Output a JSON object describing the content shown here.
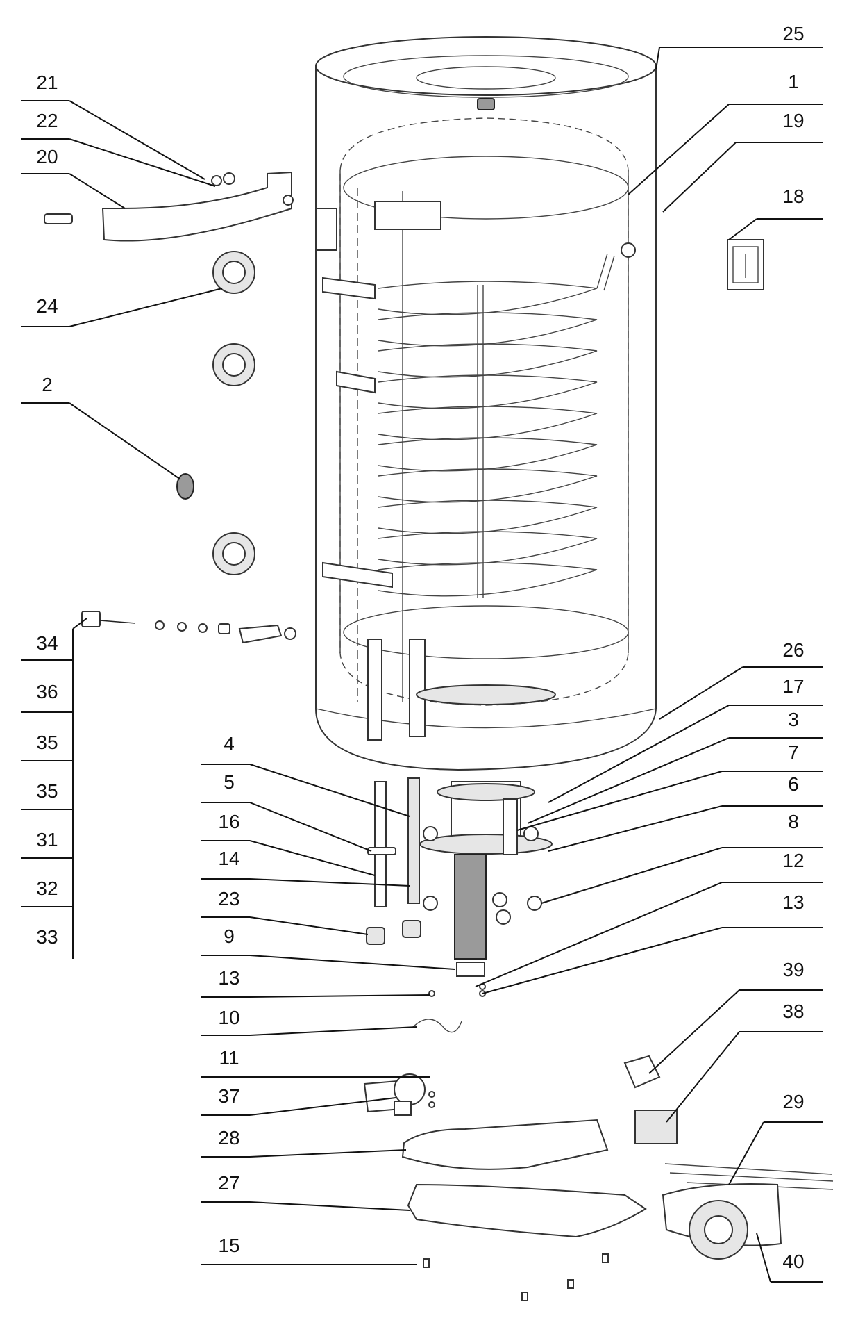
{
  "labels": {
    "l25": "25",
    "l1": "1",
    "l19": "19",
    "l18": "18",
    "l26": "26",
    "l17": "17",
    "l3": "3",
    "l7": "7",
    "l6": "6",
    "l8": "8",
    "l12": "12",
    "l13r": "13",
    "l39": "39",
    "l38": "38",
    "l29": "29",
    "l40": "40",
    "l21": "21",
    "l22": "22",
    "l20": "20",
    "l24": "24",
    "l2": "2",
    "l34": "34",
    "l36": "36",
    "l35a": "35",
    "l35b": "35",
    "l31": "31",
    "l32": "32",
    "l33": "33",
    "l4": "4",
    "l5": "5",
    "l16": "16",
    "l14": "14",
    "l23": "23",
    "l9": "9",
    "l13l": "13",
    "l10": "10",
    "l11": "11",
    "l37": "37",
    "l28": "28",
    "l27": "27",
    "l15": "15"
  }
}
